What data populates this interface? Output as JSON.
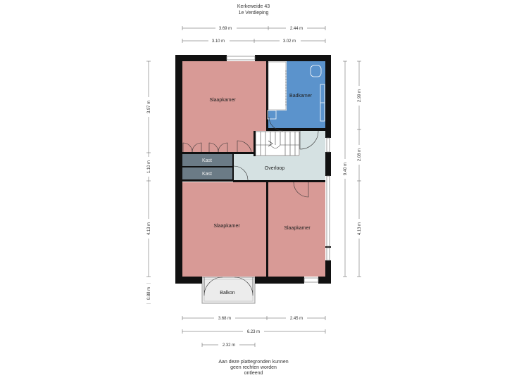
{
  "header": {
    "address": "Kerkeweide 43",
    "floor": "1e Verdieping"
  },
  "rooms": {
    "bedroom_top": "Slaapkamer",
    "bathroom": "Badkamer",
    "closet_1": "Kast",
    "closet_2": "Kast",
    "landing": "Overloop",
    "bedroom_bottom_left": "Slaapkamer",
    "bedroom_bottom_right": "Slaapkamer",
    "balcony": "Balkon"
  },
  "dimensions": {
    "top_left": "3.69 m",
    "top_right": "2.44 m",
    "top2_left": "3.10 m",
    "top2_right": "3.02 m",
    "left_top": "3.97 m",
    "left_mid": "1.10 m",
    "left_bottom": "4.13 m",
    "left_balcony": "0.88 m",
    "right_total": "9.40 m",
    "right_top": "2.99 m",
    "right_mid": "2.08 m",
    "right_bottom": "4.13 m",
    "bottom_left": "3.68 m",
    "bottom_right": "2.45 m",
    "bottom_total": "6.23 m",
    "balcony_width": "2.32 m"
  },
  "footer": {
    "line1": "Aan deze plattegronden kunnen",
    "line2": "geen rechten worden",
    "line3": "ontleend"
  },
  "colors": {
    "bedroom": "#d89a96",
    "bathroom": "#5b93cc",
    "closet": "#6b7b86",
    "landing": "#d5e1e2",
    "balcony": "#ececec",
    "wall": "#111111"
  }
}
